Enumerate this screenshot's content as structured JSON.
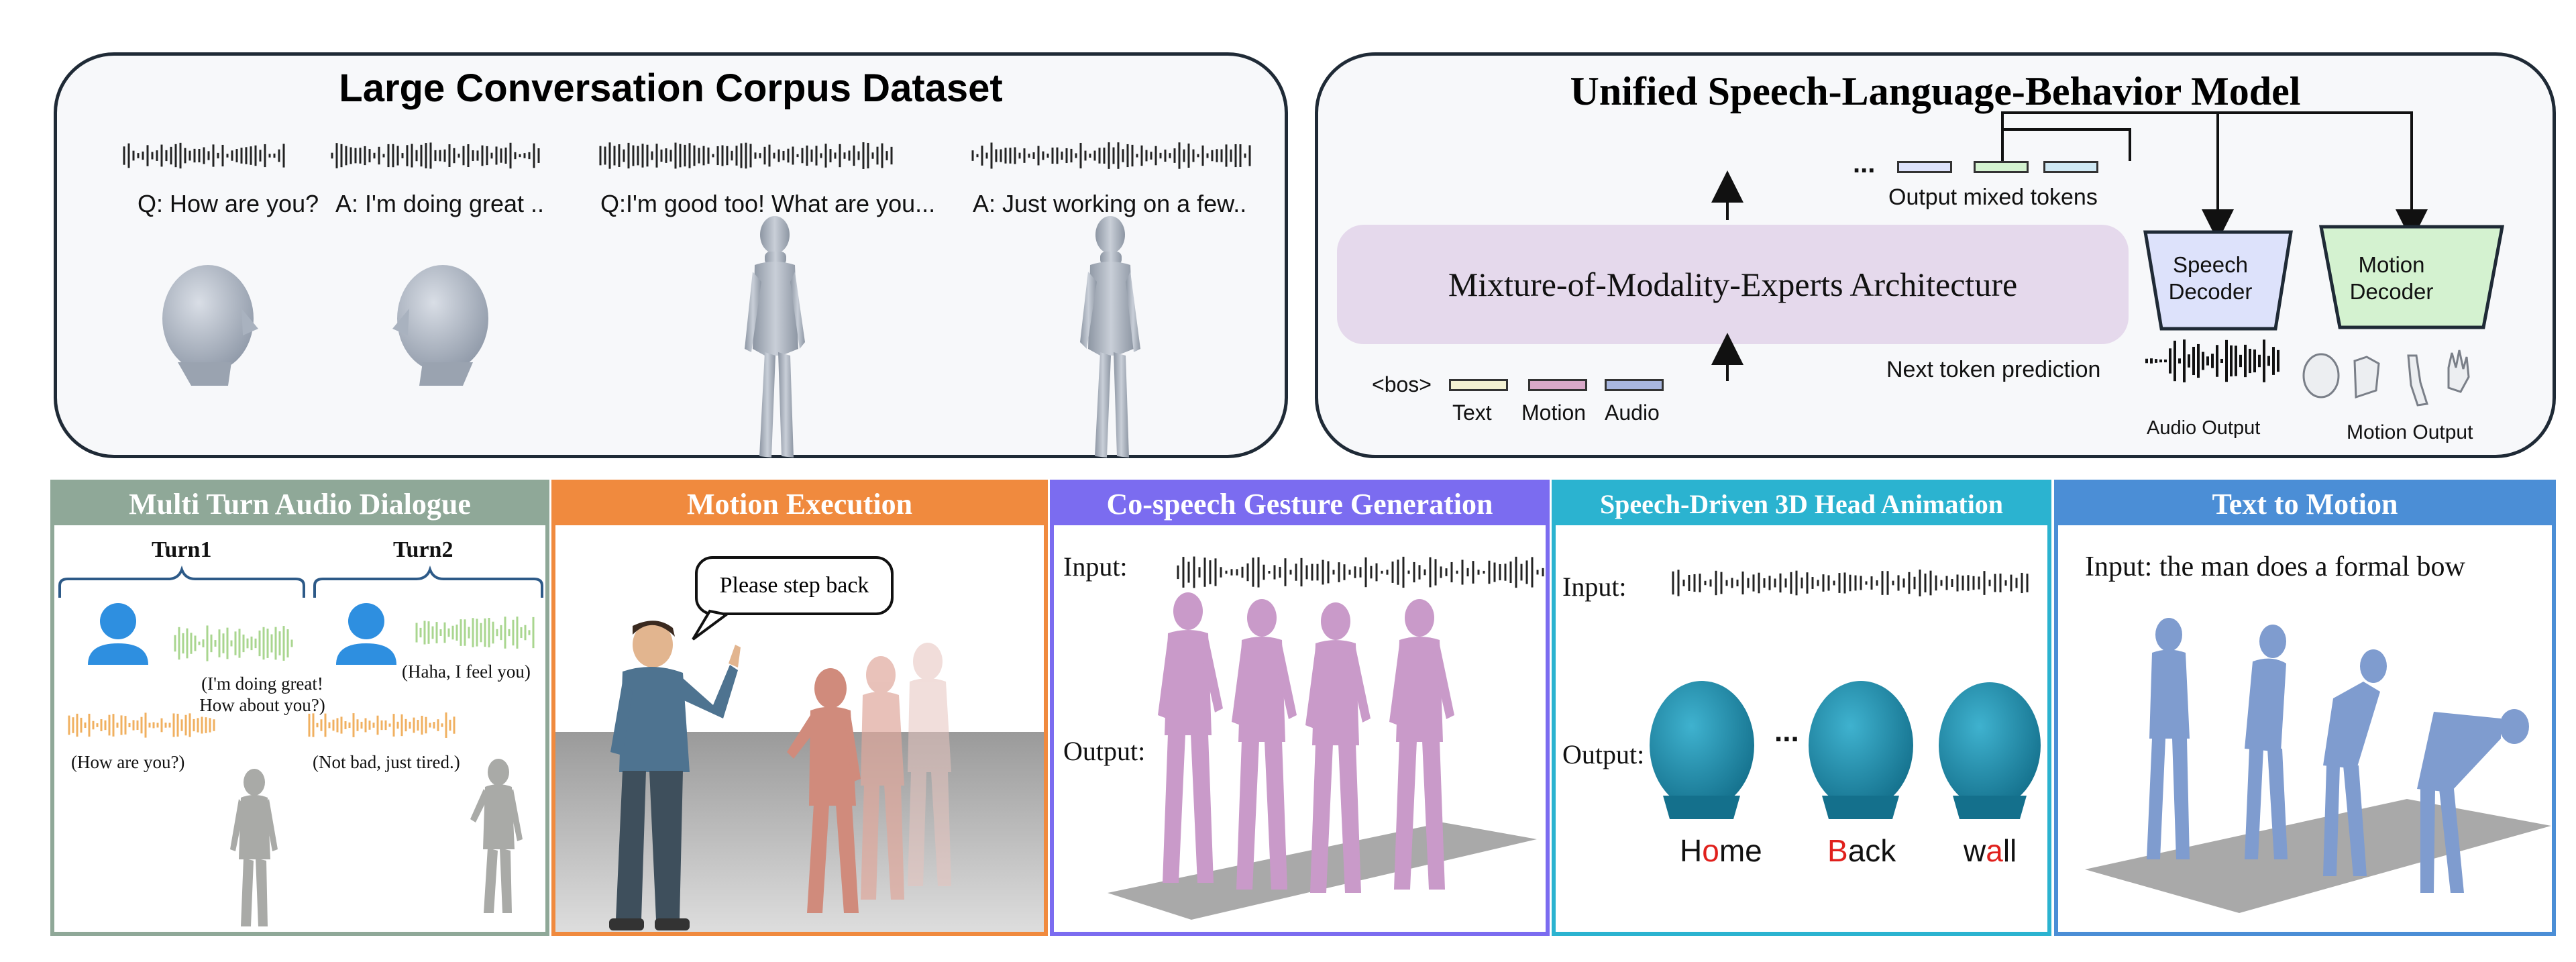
{
  "corpus": {
    "title": "Large Conversation Corpus Dataset",
    "captions": [
      "Q: How are you?",
      "A: I'm doing great ..",
      "Q:I'm good too! What are you...",
      "A: Just working on a few.."
    ]
  },
  "model": {
    "title": "Unified Speech-Language-Behavior Model",
    "architecture": "Mixture-of-Modality-Experts Architecture",
    "ellipsis": "...",
    "output_tokens_label": "Output mixed tokens",
    "bos": "<bos>",
    "input_tokens": [
      "Text",
      "Motion",
      "Audio"
    ],
    "next_token": "Next token prediction",
    "speech_decoder": "Speech Decoder",
    "motion_decoder": "Motion Decoder",
    "audio_output": "Audio Output",
    "motion_output": "Motion Output"
  },
  "tasks": {
    "t1": {
      "title": "Multi Turn Audio Dialogue",
      "turn1": "Turn1",
      "turn2": "Turn2",
      "reply1": "(I'm doing great! How about you?)",
      "reply2": "(Haha, I feel you)",
      "q1": "(How are you?)",
      "q2": "(Not bad, just tired.)"
    },
    "t2": {
      "title": "Motion Execution",
      "speech": "Please step back"
    },
    "t3": {
      "title": "Co-speech Gesture Generation",
      "input": "Input:",
      "output": "Output:"
    },
    "t4": {
      "title": "Speech-Driven 3D Head Animation",
      "input": "Input:",
      "output": "Output:",
      "ellipsis": "...",
      "words": [
        {
          "pre": "H",
          "hl": "o",
          "post": "me"
        },
        {
          "pre": "",
          "hl": "B",
          "post": "ack"
        },
        {
          "pre": "w",
          "hl": "a",
          "post": "ll"
        }
      ]
    },
    "t5": {
      "title": "Text to Motion",
      "input": "Input: the man does a formal bow"
    }
  },
  "colors": {
    "t1": "#8fa898",
    "t2": "#f08a3e",
    "t3": "#7b6cf0",
    "t4": "#2bb3d0",
    "t5": "#4b8ed6",
    "arch": "#e5d9ec",
    "speech_decoder": "#dde2fb",
    "motion_decoder": "#d4f2d0",
    "tok_text": "#f3f1d2",
    "tok_motion": "#d9a9c8",
    "tok_audio": "#a8b6de",
    "teal_head": "#1f93b3",
    "body_gray": "#a9aaa7",
    "body_blue": "#7f9ccf",
    "body_pink": "#c99ac9",
    "red_hl": "#e0201c"
  }
}
